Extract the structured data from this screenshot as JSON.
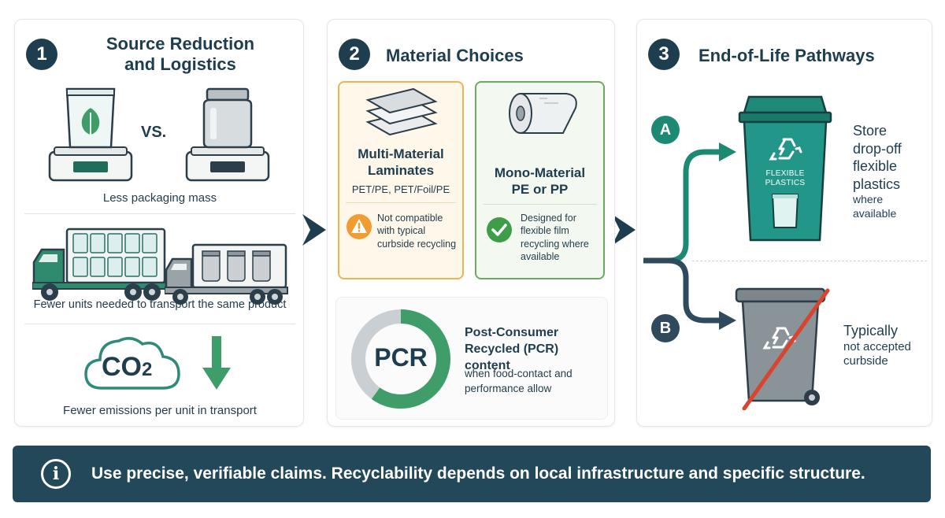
{
  "panel1": {
    "number": "1",
    "title_line1": "Source Reduction",
    "title_line2": "and Logistics",
    "vs": "VS.",
    "caption_mass": "Less packaging mass",
    "caption_transport": "Fewer units needed to transport the same product",
    "co2_label": "CO",
    "co2_subscript": "2",
    "caption_emissions": "Fewer emissions per unit in transport"
  },
  "panel2": {
    "number": "2",
    "title": "Material Choices",
    "multi": {
      "title_line1": "Multi-Material",
      "title_line2": "Laminates",
      "subtitle": "PET/PE, PET/Foil/PE",
      "note_line1": "Not compatible",
      "note_line2": "with typical",
      "note_line3": "curbside recycling"
    },
    "mono": {
      "title_line1": "Mono-Material",
      "title_line2": "PE or PP",
      "note_line1": "Designed for",
      "note_line2": "flexible film",
      "note_line3": "recycling where",
      "note_line4": "available"
    },
    "pcr": {
      "ring_label": "PCR",
      "ring_fill_fraction": 0.6,
      "title_line1": "Post-Consumer",
      "title_line2": "Recycled (PCR) content",
      "sub_line1": "when food-contact and",
      "sub_line2": "performance allow"
    }
  },
  "panel3": {
    "number": "3",
    "title": "End-of-Life Pathways",
    "option_a": {
      "letter": "A",
      "bin_label_line1": "FLEXIBLE",
      "bin_label_line2": "PLASTICS",
      "text_line1": "Store",
      "text_line2": "drop-off",
      "text_line3": "flexible",
      "text_line4": "plastics",
      "text_line5": "where",
      "text_line6": "available"
    },
    "option_b": {
      "letter": "B",
      "text_line1": "Typically",
      "text_line2": "not accepted",
      "text_line3": "curbside"
    }
  },
  "banner": {
    "icon": "i",
    "text": "Use precise, verifiable claims. Recyclability depends on local infrastructure and specific structure."
  },
  "colors": {
    "navy": "#1e3d4f",
    "teal": "#1c8a72",
    "green": "#3f9d6a",
    "orange": "#eeb44f",
    "red": "#d9442e",
    "banner": "#23485a"
  }
}
